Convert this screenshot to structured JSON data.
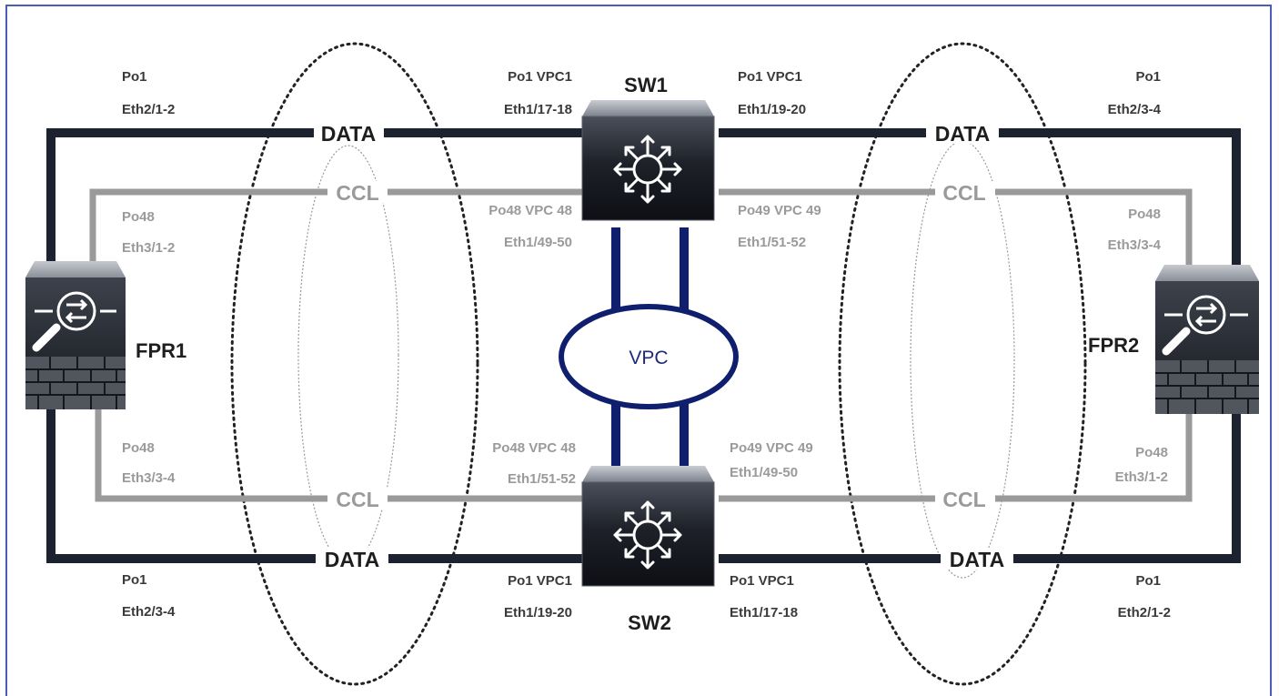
{
  "diagram": {
    "devices": {
      "sw1": "SW1",
      "sw2": "SW2",
      "fpr1": "FPR1",
      "fpr2": "FPR2"
    },
    "link_tags": {
      "data": "DATA",
      "ccl": "CCL",
      "vpc": "VPC"
    },
    "labels": {
      "fpr1_po1_top": "Po1",
      "fpr1_eth_top": "Eth2/1-2",
      "fpr1_po48_top": "Po48",
      "fpr1_eth3_top": "Eth3/1-2",
      "fpr1_po48_bot": "Po48",
      "fpr1_eth3_bot": "Eth3/3-4",
      "fpr1_po1_bot": "Po1",
      "fpr1_eth_bot": "Eth2/3-4",
      "sw1_left_po1": "Po1 VPC1",
      "sw1_left_eth": "Eth1/17-18",
      "sw1_left_po48": "Po48 VPC 48",
      "sw1_left_eth48": "Eth1/49-50",
      "sw1_right_po1": "Po1 VPC1",
      "sw1_right_eth": "Eth1/19-20",
      "sw1_right_po49": "Po49 VPC 49",
      "sw1_right_eth49": "Eth1/51-52",
      "sw2_left_po48": "Po48 VPC 48",
      "sw2_left_eth48": "Eth1/51-52",
      "sw2_left_po1": "Po1 VPC1",
      "sw2_left_eth": "Eth1/19-20",
      "sw2_right_po49": "Po49 VPC 49",
      "sw2_right_eth49": "Eth1/49-50",
      "sw2_right_po1": "Po1 VPC1",
      "sw2_right_eth": "Eth1/17-18",
      "fpr2_po1_top": "Po1",
      "fpr2_eth_top": "Eth2/3-4",
      "fpr2_po48_top": "Po48",
      "fpr2_eth3_top": "Eth3/3-4",
      "fpr2_po48_bot": "Po48",
      "fpr2_eth3_bot": "Eth3/1-2",
      "fpr2_po1_bot": "Po1",
      "fpr2_eth_bot": "Eth2/1-2"
    },
    "colors": {
      "data_link": "#1c2230",
      "ccl_link": "#9a9a9a",
      "vpc_link": "#0f1f6e",
      "frame": "#4a5db8"
    },
    "icons": [
      "switch-icon",
      "firewall-icon"
    ]
  }
}
